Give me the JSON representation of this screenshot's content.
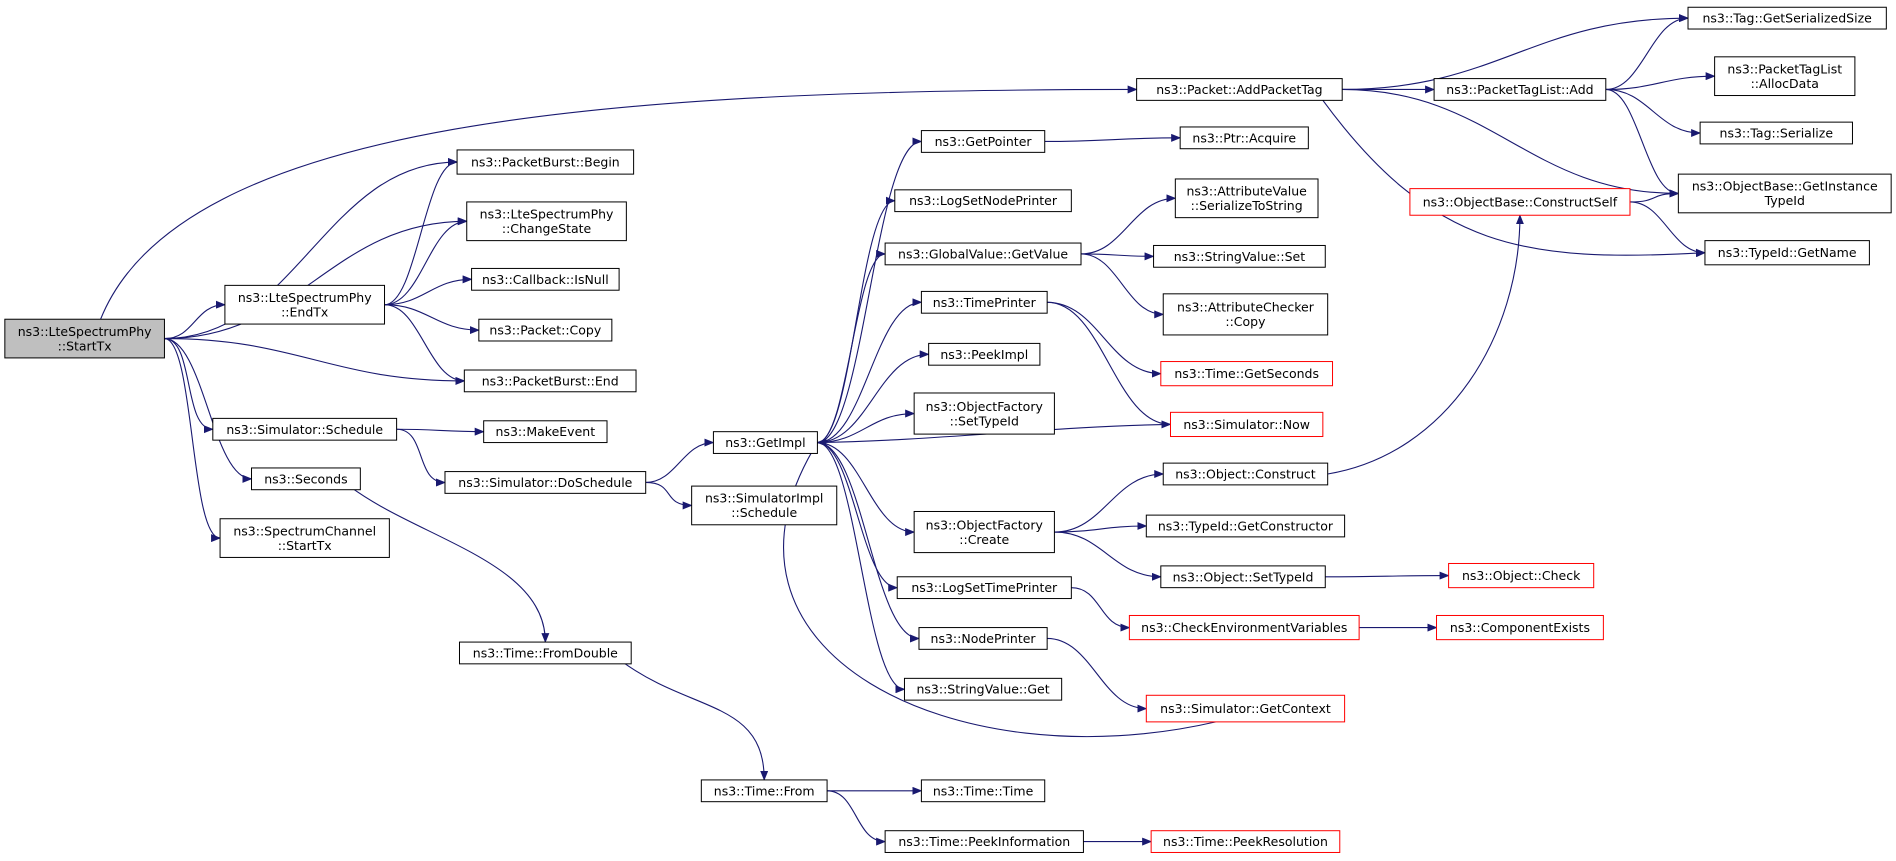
{
  "colors": {
    "edge": "#191970",
    "border": "#000000",
    "truncated_border": "#ff0000",
    "root_fill": "#bfbfbf",
    "node_fill": "#ffffff"
  },
  "nodes": [
    {
      "id": "start_tx",
      "lines": [
        "ns3::LteSpectrumPhy",
        "::StartTx"
      ],
      "style": "root"
    },
    {
      "id": "add_packet_tag",
      "lines": [
        "ns3::Packet::AddPacketTag"
      ],
      "style": "normal"
    },
    {
      "id": "burst_begin",
      "lines": [
        "ns3::PacketBurst::Begin"
      ],
      "style": "normal"
    },
    {
      "id": "change_state",
      "lines": [
        "ns3::LteSpectrumPhy",
        "::ChangeState"
      ],
      "style": "normal"
    },
    {
      "id": "end_tx",
      "lines": [
        "ns3::LteSpectrumPhy",
        "::EndTx"
      ],
      "style": "normal"
    },
    {
      "id": "is_null",
      "lines": [
        "ns3::Callback::IsNull"
      ],
      "style": "normal"
    },
    {
      "id": "packet_copy",
      "lines": [
        "ns3::Packet::Copy"
      ],
      "style": "normal"
    },
    {
      "id": "burst_end",
      "lines": [
        "ns3::PacketBurst::End"
      ],
      "style": "normal"
    },
    {
      "id": "sim_schedule",
      "lines": [
        "ns3::Simulator::Schedule"
      ],
      "style": "normal"
    },
    {
      "id": "make_event",
      "lines": [
        "ns3::MakeEvent"
      ],
      "style": "normal"
    },
    {
      "id": "seconds",
      "lines": [
        "ns3::Seconds"
      ],
      "style": "normal"
    },
    {
      "id": "sim_do_schedule",
      "lines": [
        "ns3::Simulator::DoSchedule"
      ],
      "style": "normal"
    },
    {
      "id": "chan_start_tx",
      "lines": [
        "ns3::SpectrumChannel",
        "::StartTx"
      ],
      "style": "normal"
    },
    {
      "id": "from_double",
      "lines": [
        "ns3::Time::FromDouble"
      ],
      "style": "normal"
    },
    {
      "id": "time_from",
      "lines": [
        "ns3::Time::From"
      ],
      "style": "normal"
    },
    {
      "id": "time_time",
      "lines": [
        "ns3::Time::Time"
      ],
      "style": "normal"
    },
    {
      "id": "peek_information",
      "lines": [
        "ns3::Time::PeekInformation"
      ],
      "style": "normal"
    },
    {
      "id": "peek_resolution",
      "lines": [
        "ns3::Time::PeekResolution"
      ],
      "style": "red"
    },
    {
      "id": "get_impl",
      "lines": [
        "ns3::GetImpl"
      ],
      "style": "normal"
    },
    {
      "id": "simimpl_schedule",
      "lines": [
        "ns3::SimulatorImpl",
        "::Schedule"
      ],
      "style": "normal"
    },
    {
      "id": "get_pointer",
      "lines": [
        "ns3::GetPointer"
      ],
      "style": "normal"
    },
    {
      "id": "ptr_acquire",
      "lines": [
        "ns3::Ptr::Acquire"
      ],
      "style": "normal"
    },
    {
      "id": "log_set_node_printer",
      "lines": [
        "ns3::LogSetNodePrinter"
      ],
      "style": "normal"
    },
    {
      "id": "gv_get_value",
      "lines": [
        "ns3::GlobalValue::GetValue"
      ],
      "style": "normal"
    },
    {
      "id": "av_serialize",
      "lines": [
        "ns3::AttributeValue",
        "::SerializeToString"
      ],
      "style": "normal"
    },
    {
      "id": "sv_set",
      "lines": [
        "ns3::StringValue::Set"
      ],
      "style": "normal"
    },
    {
      "id": "ac_copy",
      "lines": [
        "ns3::AttributeChecker",
        "::Copy"
      ],
      "style": "normal"
    },
    {
      "id": "time_printer",
      "lines": [
        "ns3::TimePrinter"
      ],
      "style": "normal"
    },
    {
      "id": "get_seconds",
      "lines": [
        "ns3::Time::GetSeconds"
      ],
      "style": "red"
    },
    {
      "id": "peek_impl",
      "lines": [
        "ns3::PeekImpl"
      ],
      "style": "normal"
    },
    {
      "id": "of_set_type_id",
      "lines": [
        "ns3::ObjectFactory",
        "::SetTypeId"
      ],
      "style": "normal"
    },
    {
      "id": "sim_now",
      "lines": [
        "ns3::Simulator::Now"
      ],
      "style": "red"
    },
    {
      "id": "of_create",
      "lines": [
        "ns3::ObjectFactory",
        "::Create"
      ],
      "style": "normal"
    },
    {
      "id": "obj_construct",
      "lines": [
        "ns3::Object::Construct"
      ],
      "style": "normal"
    },
    {
      "id": "tid_get_constructor",
      "lines": [
        "ns3::TypeId::GetConstructor"
      ],
      "style": "normal"
    },
    {
      "id": "obj_set_type_id",
      "lines": [
        "ns3::Object::SetTypeId"
      ],
      "style": "normal"
    },
    {
      "id": "obj_check",
      "lines": [
        "ns3::Object::Check"
      ],
      "style": "red"
    },
    {
      "id": "log_set_time_printer",
      "lines": [
        "ns3::LogSetTimePrinter"
      ],
      "style": "normal"
    },
    {
      "id": "check_env",
      "lines": [
        "ns3::CheckEnvironmentVariables"
      ],
      "style": "red"
    },
    {
      "id": "component_exists",
      "lines": [
        "ns3::ComponentExists"
      ],
      "style": "red"
    },
    {
      "id": "node_printer",
      "lines": [
        "ns3::NodePrinter"
      ],
      "style": "normal"
    },
    {
      "id": "sim_get_context",
      "lines": [
        "ns3::Simulator::GetContext"
      ],
      "style": "red"
    },
    {
      "id": "sv_get",
      "lines": [
        "ns3::StringValue::Get"
      ],
      "style": "normal"
    },
    {
      "id": "ptl_add",
      "lines": [
        "ns3::PacketTagList::Add"
      ],
      "style": "normal"
    },
    {
      "id": "tag_get_size",
      "lines": [
        "ns3::Tag::GetSerializedSize"
      ],
      "style": "normal"
    },
    {
      "id": "ptl_alloc_data",
      "lines": [
        "ns3::PacketTagList",
        "::AllocData"
      ],
      "style": "normal"
    },
    {
      "id": "tag_serialize",
      "lines": [
        "ns3::Tag::Serialize"
      ],
      "style": "normal"
    },
    {
      "id": "ob_get_instance_type_id",
      "lines": [
        "ns3::ObjectBase::GetInstance",
        "TypeId"
      ],
      "style": "normal"
    },
    {
      "id": "ob_construct_self",
      "lines": [
        "ns3::ObjectBase::ConstructSelf"
      ],
      "style": "red"
    },
    {
      "id": "tid_get_name",
      "lines": [
        "ns3::TypeId::GetName"
      ],
      "style": "normal"
    }
  ],
  "edges": [
    [
      "start_tx",
      "add_packet_tag"
    ],
    [
      "start_tx",
      "burst_begin"
    ],
    [
      "start_tx",
      "change_state"
    ],
    [
      "start_tx",
      "end_tx"
    ],
    [
      "start_tx",
      "burst_end"
    ],
    [
      "start_tx",
      "sim_schedule"
    ],
    [
      "start_tx",
      "seconds"
    ],
    [
      "start_tx",
      "chan_start_tx"
    ],
    [
      "end_tx",
      "burst_begin"
    ],
    [
      "end_tx",
      "change_state"
    ],
    [
      "end_tx",
      "is_null"
    ],
    [
      "end_tx",
      "packet_copy"
    ],
    [
      "end_tx",
      "burst_end"
    ],
    [
      "sim_schedule",
      "make_event"
    ],
    [
      "sim_schedule",
      "sim_do_schedule"
    ],
    [
      "seconds",
      "from_double"
    ],
    [
      "from_double",
      "time_from"
    ],
    [
      "time_from",
      "time_time"
    ],
    [
      "time_from",
      "peek_information"
    ],
    [
      "peek_information",
      "peek_resolution"
    ],
    [
      "sim_do_schedule",
      "get_impl"
    ],
    [
      "sim_do_schedule",
      "simimpl_schedule"
    ],
    [
      "get_impl",
      "get_pointer"
    ],
    [
      "get_impl",
      "log_set_node_printer"
    ],
    [
      "get_impl",
      "gv_get_value"
    ],
    [
      "get_impl",
      "time_printer"
    ],
    [
      "get_impl",
      "peek_impl"
    ],
    [
      "get_impl",
      "of_set_type_id"
    ],
    [
      "get_impl",
      "of_create"
    ],
    [
      "get_impl",
      "log_set_time_printer"
    ],
    [
      "get_impl",
      "node_printer"
    ],
    [
      "get_impl",
      "sv_get"
    ],
    [
      "get_pointer",
      "ptr_acquire"
    ],
    [
      "gv_get_value",
      "av_serialize"
    ],
    [
      "gv_get_value",
      "sv_set"
    ],
    [
      "gv_get_value",
      "ac_copy"
    ],
    [
      "time_printer",
      "get_seconds"
    ],
    [
      "time_printer",
      "sim_now"
    ],
    [
      "sim_now",
      "get_impl"
    ],
    [
      "of_create",
      "obj_construct"
    ],
    [
      "of_create",
      "tid_get_constructor"
    ],
    [
      "of_create",
      "obj_set_type_id"
    ],
    [
      "obj_construct",
      "ob_construct_self"
    ],
    [
      "obj_set_type_id",
      "obj_check"
    ],
    [
      "log_set_time_printer",
      "check_env"
    ],
    [
      "check_env",
      "component_exists"
    ],
    [
      "node_printer",
      "sim_get_context"
    ],
    [
      "sim_get_context",
      "get_impl"
    ],
    [
      "add_packet_tag",
      "ptl_add"
    ],
    [
      "add_packet_tag",
      "tag_get_size"
    ],
    [
      "add_packet_tag",
      "ob_get_instance_type_id"
    ],
    [
      "add_packet_tag",
      "tid_get_name"
    ],
    [
      "ptl_add",
      "tag_get_size"
    ],
    [
      "ptl_add",
      "ptl_alloc_data"
    ],
    [
      "ptl_add",
      "tag_serialize"
    ],
    [
      "ptl_add",
      "ob_get_instance_type_id"
    ],
    [
      "ob_construct_self",
      "ob_get_instance_type_id"
    ],
    [
      "ob_construct_self",
      "tid_get_name"
    ]
  ]
}
